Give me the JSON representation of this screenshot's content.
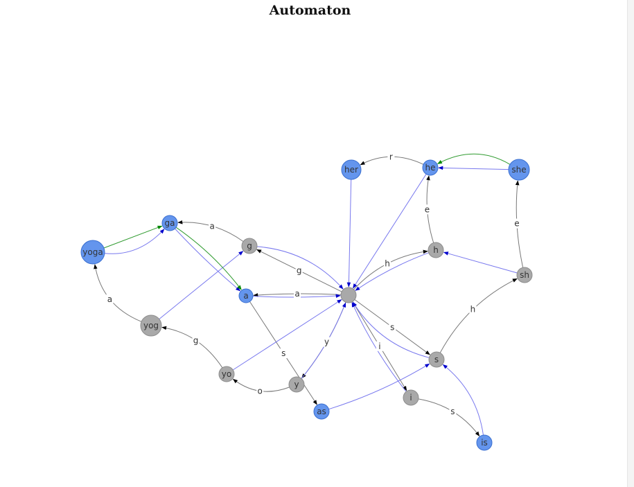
{
  "title": "Automaton",
  "colors": {
    "accepting_fill": "#6495ed",
    "accepting_stroke": "#3a6fd0",
    "state_fill": "#a9a9a9",
    "state_stroke": "#8c8c8c",
    "goto_edge": "#777777",
    "fail_edge": "#7777ee",
    "dict_edge": "#2e9a2e",
    "goto_arrow": "#000000",
    "fail_arrow": "#0000cc",
    "dict_arrow": "#008800"
  },
  "nodes": [
    {
      "id": "root",
      "label": "",
      "accepting": false
    },
    {
      "id": "a",
      "label": "a",
      "accepting": true
    },
    {
      "id": "g",
      "label": "g",
      "accepting": false
    },
    {
      "id": "ga",
      "label": "ga",
      "accepting": true
    },
    {
      "id": "yoga",
      "label": "yoga",
      "accepting": true
    },
    {
      "id": "yog",
      "label": "yog",
      "accepting": false
    },
    {
      "id": "yo",
      "label": "yo",
      "accepting": false
    },
    {
      "id": "y",
      "label": "y",
      "accepting": false
    },
    {
      "id": "as",
      "label": "as",
      "accepting": true
    },
    {
      "id": "s",
      "label": "s",
      "accepting": false
    },
    {
      "id": "i",
      "label": "i",
      "accepting": false
    },
    {
      "id": "is",
      "label": "is",
      "accepting": true
    },
    {
      "id": "sh",
      "label": "sh",
      "accepting": false
    },
    {
      "id": "she",
      "label": "she",
      "accepting": true
    },
    {
      "id": "he",
      "label": "he",
      "accepting": true
    },
    {
      "id": "her",
      "label": "her",
      "accepting": true
    },
    {
      "id": "h",
      "label": "h",
      "accepting": false
    }
  ],
  "edges": [
    {
      "from": "root",
      "to": "a",
      "label": "a",
      "kind": "goto"
    },
    {
      "from": "root",
      "to": "g",
      "label": "g",
      "kind": "goto"
    },
    {
      "from": "root",
      "to": "h",
      "label": "h",
      "kind": "goto"
    },
    {
      "from": "root",
      "to": "y",
      "label": "y",
      "kind": "goto"
    },
    {
      "from": "root",
      "to": "s",
      "label": "s",
      "kind": "goto"
    },
    {
      "from": "root",
      "to": "i",
      "label": "i",
      "kind": "goto"
    },
    {
      "from": "g",
      "to": "ga",
      "label": "a",
      "kind": "goto"
    },
    {
      "from": "yog",
      "to": "yoga",
      "label": "a",
      "kind": "goto"
    },
    {
      "from": "yo",
      "to": "yog",
      "label": "g",
      "kind": "goto"
    },
    {
      "from": "y",
      "to": "yo",
      "label": "o",
      "kind": "goto"
    },
    {
      "from": "a",
      "to": "as",
      "label": "s",
      "kind": "goto"
    },
    {
      "from": "s",
      "to": "sh",
      "label": "h",
      "kind": "goto"
    },
    {
      "from": "sh",
      "to": "she",
      "label": "e",
      "kind": "goto"
    },
    {
      "from": "h",
      "to": "he",
      "label": "e",
      "kind": "goto"
    },
    {
      "from": "he",
      "to": "her",
      "label": "r",
      "kind": "goto"
    },
    {
      "from": "i",
      "to": "is",
      "label": "s",
      "kind": "goto"
    },
    {
      "from": "a",
      "to": "root",
      "label": "",
      "kind": "fail"
    },
    {
      "from": "g",
      "to": "root",
      "label": "",
      "kind": "fail"
    },
    {
      "from": "y",
      "to": "root",
      "label": "",
      "kind": "fail"
    },
    {
      "from": "i",
      "to": "root",
      "label": "",
      "kind": "fail"
    },
    {
      "from": "s",
      "to": "root",
      "label": "",
      "kind": "fail"
    },
    {
      "from": "h",
      "to": "root",
      "label": "",
      "kind": "fail"
    },
    {
      "from": "he",
      "to": "root",
      "label": "",
      "kind": "fail"
    },
    {
      "from": "her",
      "to": "root",
      "label": "",
      "kind": "fail"
    },
    {
      "from": "yo",
      "to": "root",
      "label": "",
      "kind": "fail"
    },
    {
      "from": "yog",
      "to": "g",
      "label": "",
      "kind": "fail"
    },
    {
      "from": "yoga",
      "to": "ga",
      "label": "",
      "kind": "fail"
    },
    {
      "from": "ga",
      "to": "a",
      "label": "",
      "kind": "fail"
    },
    {
      "from": "as",
      "to": "s",
      "label": "",
      "kind": "fail"
    },
    {
      "from": "is",
      "to": "s",
      "label": "",
      "kind": "fail"
    },
    {
      "from": "sh",
      "to": "h",
      "label": "",
      "kind": "fail"
    },
    {
      "from": "she",
      "to": "he",
      "label": "",
      "kind": "fail"
    },
    {
      "from": "yoga",
      "to": "ga",
      "label": "",
      "kind": "dict"
    },
    {
      "from": "ga",
      "to": "a",
      "label": "",
      "kind": "dict"
    },
    {
      "from": "she",
      "to": "he",
      "label": "",
      "kind": "dict"
    }
  ]
}
